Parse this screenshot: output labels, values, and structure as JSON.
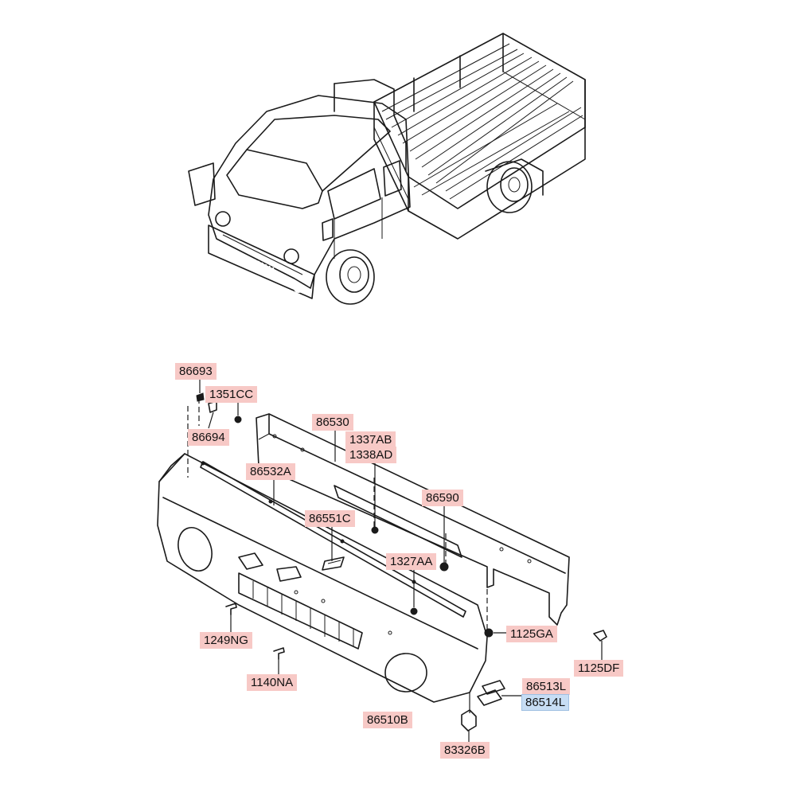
{
  "accent_colors": {
    "part_label": "#f7c9c6",
    "highlight_label": "#c7ddf4"
  },
  "callouts": {
    "c86693": "86693",
    "c1351CC": "1351CC",
    "c86694": "86694",
    "c86530": "86530",
    "c1337AB": "1337AB",
    "c1338AD": "1338AD",
    "c86532A": "86532A",
    "c86590": "86590",
    "c86551C": "86551C",
    "c1327AA": "1327AA",
    "c1125GA": "1125GA",
    "c1249NG": "1249NG",
    "c1125DF": "1125DF",
    "c1140NA": "1140NA",
    "c86513L": "86513L",
    "c86514L": "86514L",
    "c86510B": "86510B",
    "c83326B": "83326B"
  }
}
